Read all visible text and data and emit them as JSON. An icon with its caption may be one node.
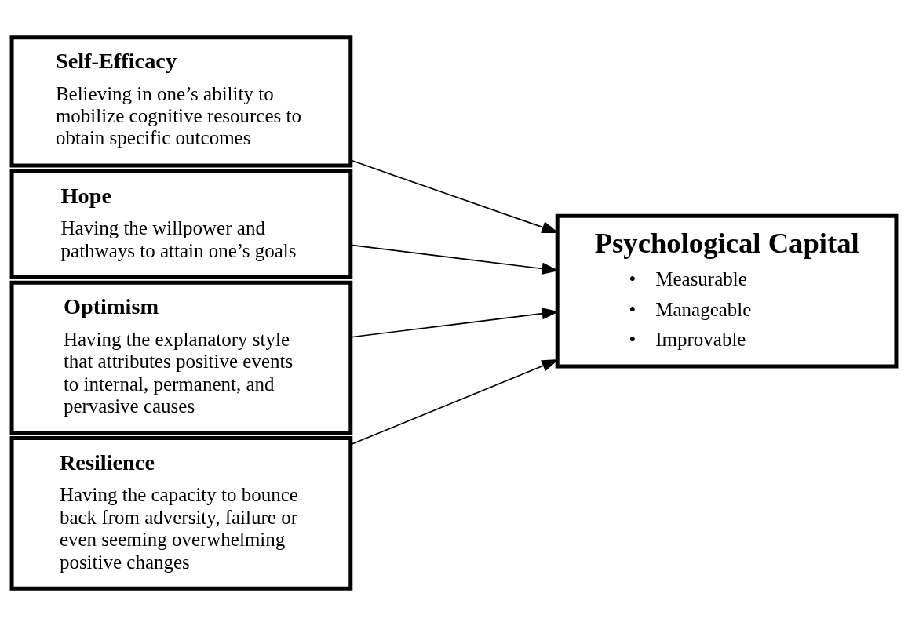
{
  "diagram": {
    "nodes": [
      {
        "text": [
          "Self-Efficacy",
          "Believing in one’s ability to mobilize cognitive resources to obtain specific outcomes"
        ]
      },
      {
        "text": [
          "Hope",
          "Having the willpower and pathways to attain one’s goals"
        ]
      },
      {
        "text": [
          "Optimism",
          "Having the explanatory style that attributes positive events to internal, permanent, and pervasive causes"
        ]
      },
      {
        "text": [
          "Resilience",
          "Having the capacity to bounce back from adversity, failure or even seeming overwhelming positive changes"
        ]
      },
      {
        "text": [
          "Psychological Capital",
          "•    Measurable",
          "•    Manageable",
          "•    Improvable"
        ]
      }
    ],
    "edges": [
      {
        "from": 0,
        "to": 4,
        "arrow": "to"
      },
      {
        "from": 1,
        "to": 4,
        "arrow": "to"
      },
      {
        "from": 2,
        "to": 4,
        "arrow": "to"
      },
      {
        "from": 3,
        "to": 4,
        "arrow": "to"
      }
    ]
  }
}
